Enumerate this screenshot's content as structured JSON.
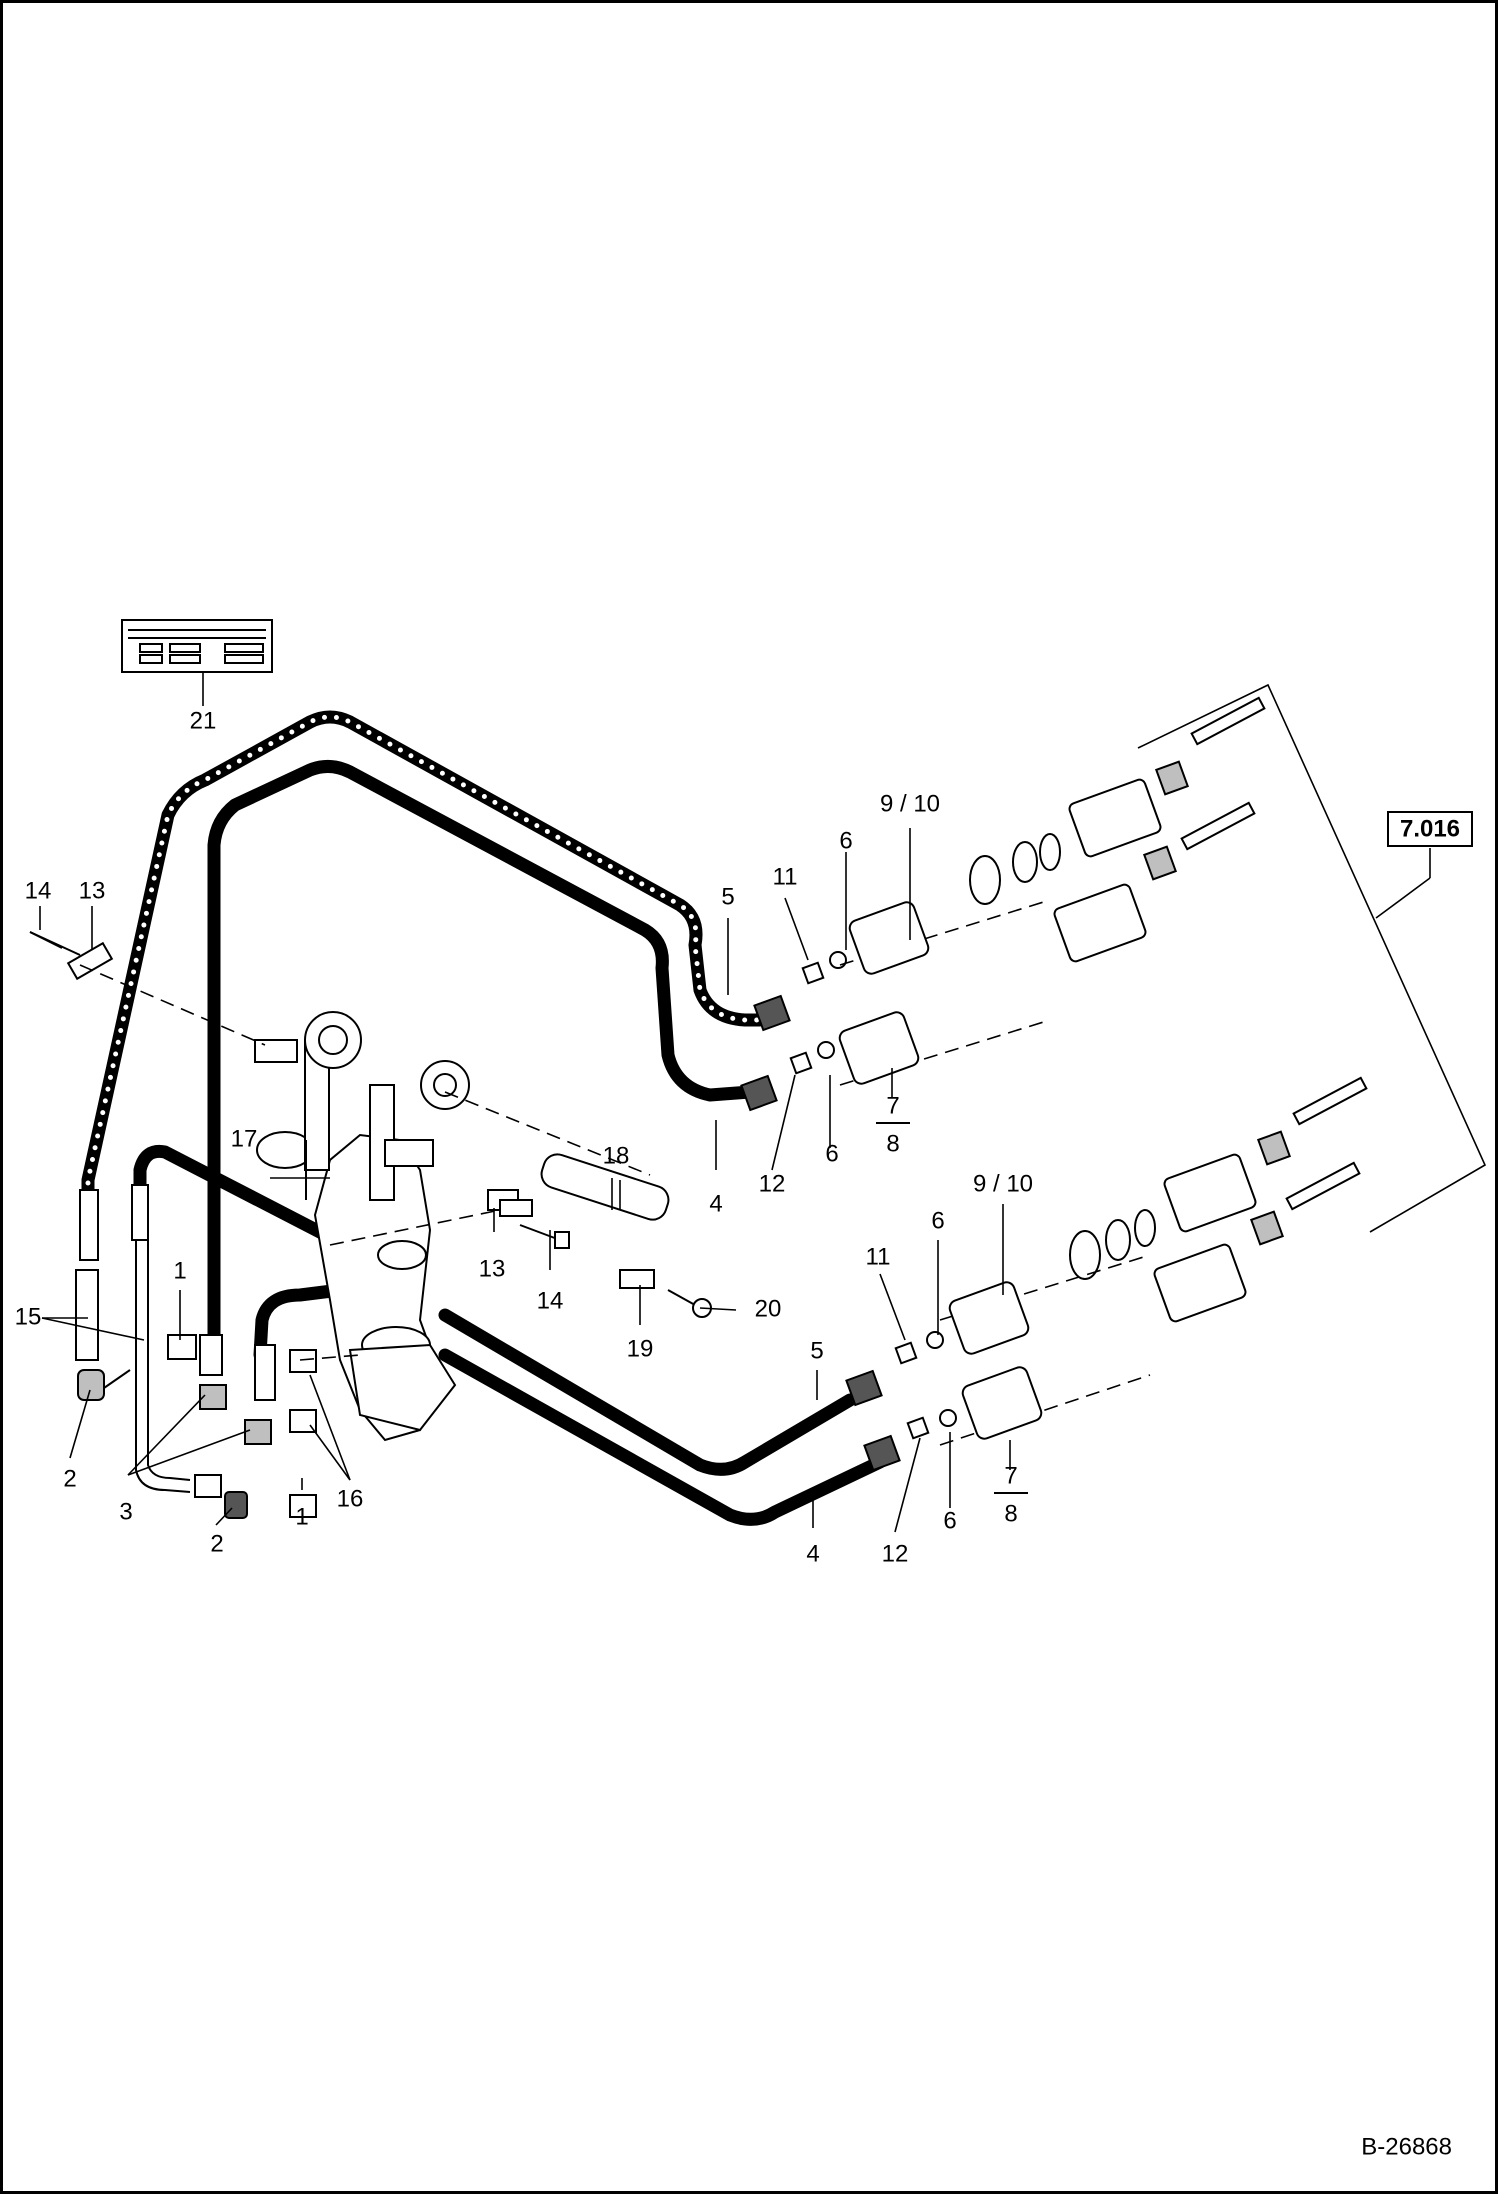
{
  "reference_box": "7.016",
  "document_id": "B-26868",
  "callouts": {
    "c1a": "1",
    "c1b": "1",
    "c2a": "2",
    "c2b": "2",
    "c3": "3",
    "c4a": "4",
    "c4b": "4",
    "c5a": "5",
    "c5b": "5",
    "c6a": "6",
    "c6b": "6",
    "c6c": "6",
    "c6d": "6",
    "c7a": "7",
    "c8a": "8",
    "c7b": "7",
    "c8b": "8",
    "c910a": "9 / 10",
    "c910b": "9 / 10",
    "c11a": "11",
    "c11b": "11",
    "c12a": "12",
    "c12b": "12",
    "c13a": "13",
    "c13b": "13",
    "c14a": "14",
    "c14b": "14",
    "c15": "15",
    "c16": "16",
    "c17": "17",
    "c18": "18",
    "c19": "19",
    "c20": "20",
    "c21": "21"
  }
}
